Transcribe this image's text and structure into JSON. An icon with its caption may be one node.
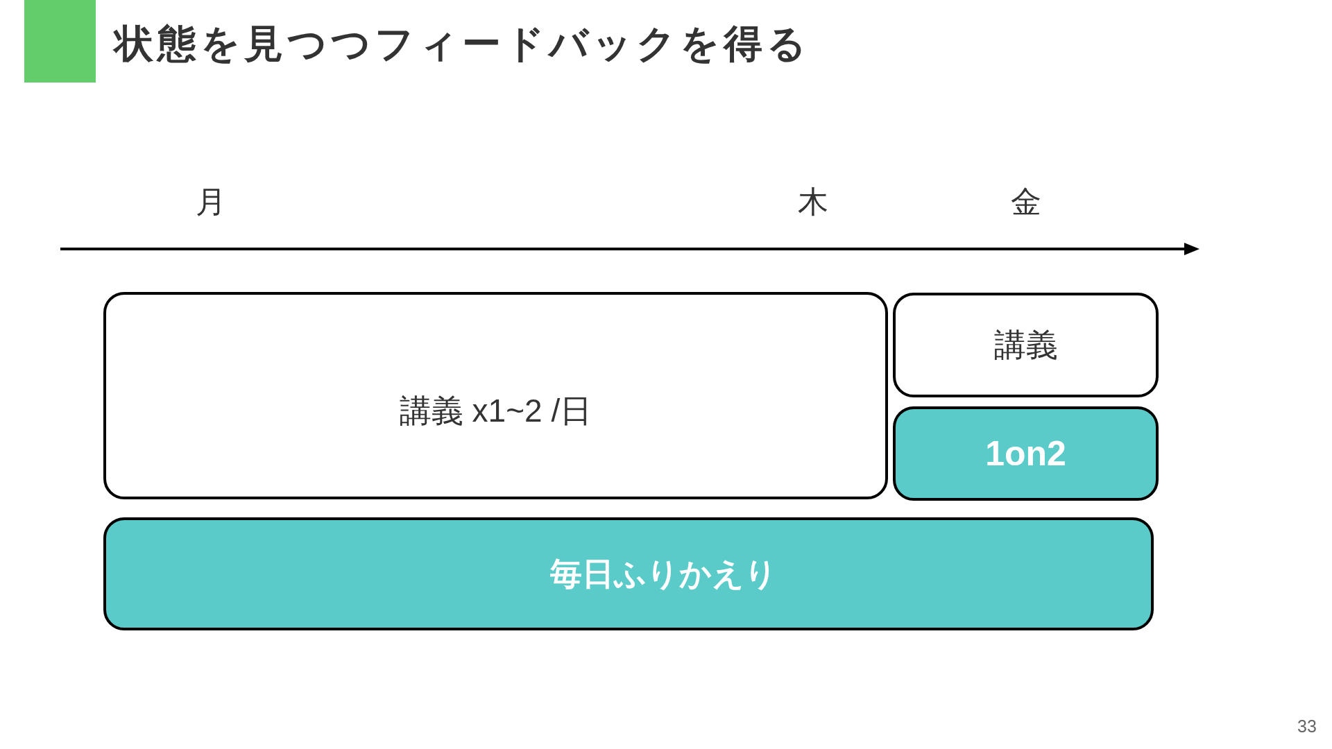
{
  "diagram": {
    "title": "状態を見つつフィードバックを得る",
    "nodes": [
      {
        "text": [
          "講義 x1~2 /日"
        ]
      },
      {
        "text": [
          "講義"
        ]
      },
      {
        "text": [
          "1on2"
        ]
      },
      {
        "text": [
          "毎日ふりかえり"
        ]
      }
    ],
    "labels": [
      "月",
      "木",
      "金",
      "33"
    ]
  }
}
